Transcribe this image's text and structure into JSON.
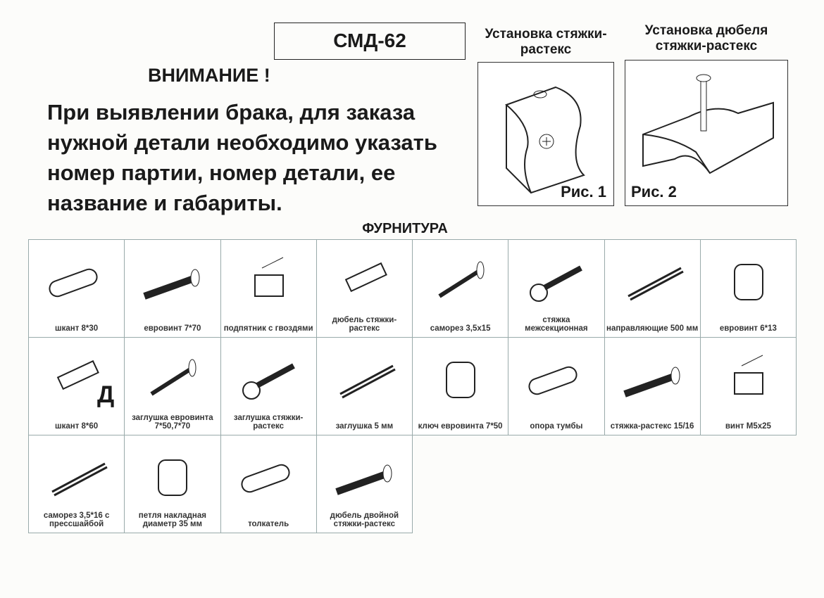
{
  "header": {
    "model": "СМД-62",
    "attention": "ВНИМАНИЕ !",
    "notice": "При выявлении брака, для заказа нужной детали необходимо указать номер партии, номер детали, ее название и габариты."
  },
  "figures": [
    {
      "title": "Установка стяжки-растекс",
      "label": "Рис. 1"
    },
    {
      "title": "Установка дюбеля стяжки-растекс",
      "label": "Рис. 2"
    }
  ],
  "section_title": "ФУРНИТУРА",
  "fittings": [
    [
      "шкант 8*30",
      "евровинт 7*70",
      "подпятник с гвоздями",
      "дюбель стяжки-растекс",
      "саморез 3,5x15",
      "стяжка межсекционная",
      "направляющие 500 мм",
      "евровинт 6*13"
    ],
    [
      "шкант 8*60",
      "заглушка евровинта 7*50,7*70",
      "заглушка стяжки-растекс",
      "заглушка  5 мм",
      "ключ евровинта 7*50",
      "опора тумбы",
      "стяжка-растекс 15/16",
      "винт M5x25"
    ],
    [
      "саморез 3,5*16 с прессшайбой",
      "петля накладная диаметр 35 мм",
      "толкатель",
      "дюбель двойной стяжки-растекс"
    ]
  ],
  "marker_letter": "Д"
}
